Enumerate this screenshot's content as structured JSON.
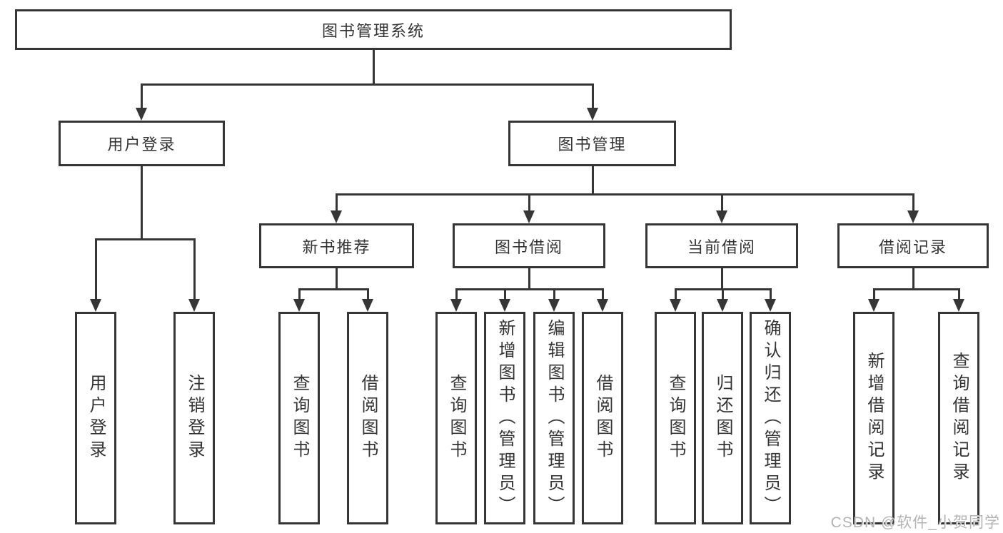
{
  "colors": {
    "line": "#363636",
    "text": "#333333",
    "background": "#ffffff",
    "watermark": "#b3b3b3"
  },
  "watermark": "CSDN @软件_小贺同学",
  "tree": {
    "root": {
      "label": "图书管理系统"
    },
    "branches": [
      {
        "label": "用户登录",
        "children": [
          {
            "label": "用户登录"
          },
          {
            "label": "注销登录"
          }
        ]
      },
      {
        "label": "图书管理",
        "children": [
          {
            "label": "新书推荐",
            "children": [
              {
                "label": "查询图书"
              },
              {
                "label": "借阅图书"
              }
            ]
          },
          {
            "label": "图书借阅",
            "children": [
              {
                "label": "查询图书"
              },
              {
                "label": "新增图书（管理员）"
              },
              {
                "label": "编辑图书（管理员）"
              },
              {
                "label": "借阅图书"
              }
            ]
          },
          {
            "label": "当前借阅",
            "children": [
              {
                "label": "查询图书"
              },
              {
                "label": "归还图书"
              },
              {
                "label": "确认归还（管理员）"
              }
            ]
          },
          {
            "label": "借阅记录",
            "children": [
              {
                "label": "新增借阅记录"
              },
              {
                "label": "查询借阅记录"
              }
            ]
          }
        ]
      }
    ]
  }
}
